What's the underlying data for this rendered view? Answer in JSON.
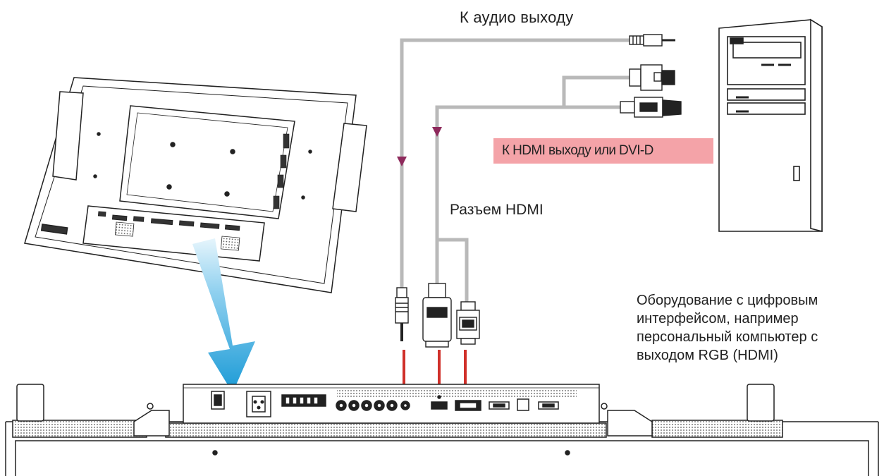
{
  "labels": {
    "audio_out": "К аудио выходу",
    "hdmi_dvi_out": "К HDMI выходу или DVI-D",
    "hdmi_connector": "Разъем HDMI",
    "equipment_line1": "Оборудование с цифровым",
    "equipment_line2": "интерфейсом, например",
    "equipment_line3": "персональный компьютер с",
    "equipment_line4": "выходом RGB (HDMI)"
  },
  "colors": {
    "cable": "#b9b9b9",
    "arrow_marker": "#8e2a5c",
    "insert_arrow": "#d0302a",
    "highlight": "#f4a3a8",
    "big_arrow_top": "#cfe9f7",
    "big_arrow_bottom": "#1a9ad6",
    "line": "#222222"
  },
  "icons": [
    "display-icon",
    "computer-tower-icon",
    "audio-jack-icon",
    "hdmi-plug-icon",
    "dvi-plug-icon",
    "down-arrow-icon"
  ]
}
